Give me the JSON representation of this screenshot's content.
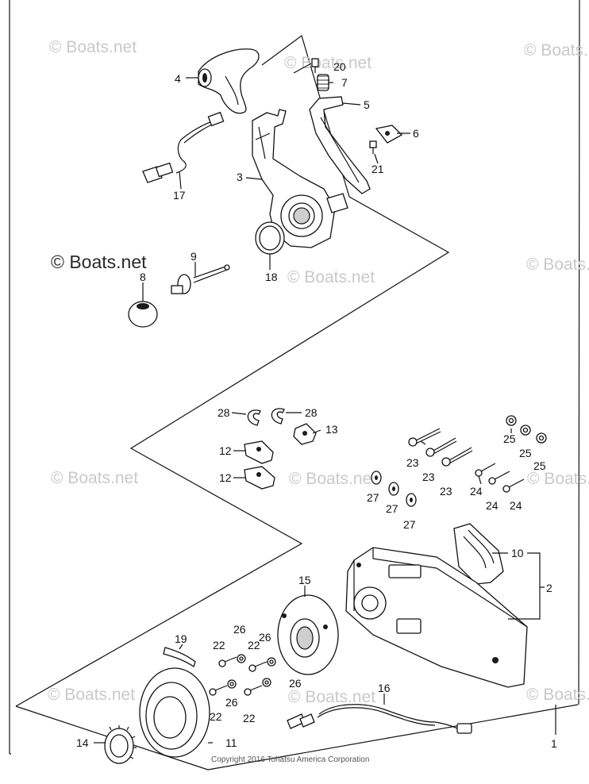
{
  "watermark": {
    "text": "© Boats.net"
  },
  "copyright": "Copyright 2016 Tohatsu America Corporation",
  "callouts": {
    "c1": "1",
    "c2": "2",
    "c3": "3",
    "c4": "4",
    "c5": "5",
    "c6": "6",
    "c7": "7",
    "c8": "8",
    "c9": "9",
    "c10": "10",
    "c11": "11",
    "c12a": "12",
    "c12b": "12",
    "c13": "13",
    "c14": "14",
    "c15": "15",
    "c16": "16",
    "c17": "17",
    "c18": "18",
    "c19": "19",
    "c20": "20",
    "c21": "21",
    "c22a": "22",
    "c22b": "22",
    "c22c": "22",
    "c22d": "22",
    "c23a": "23",
    "c23b": "23",
    "c23c": "23",
    "c24a": "24",
    "c24b": "24",
    "c24c": "24",
    "c25a": "25",
    "c25b": "25",
    "c25c": "25",
    "c26a": "26",
    "c26b": "26",
    "c26c": "26",
    "c26d": "26",
    "c27a": "27",
    "c27b": "27",
    "c27c": "27",
    "c28a": "28",
    "c28b": "28"
  }
}
